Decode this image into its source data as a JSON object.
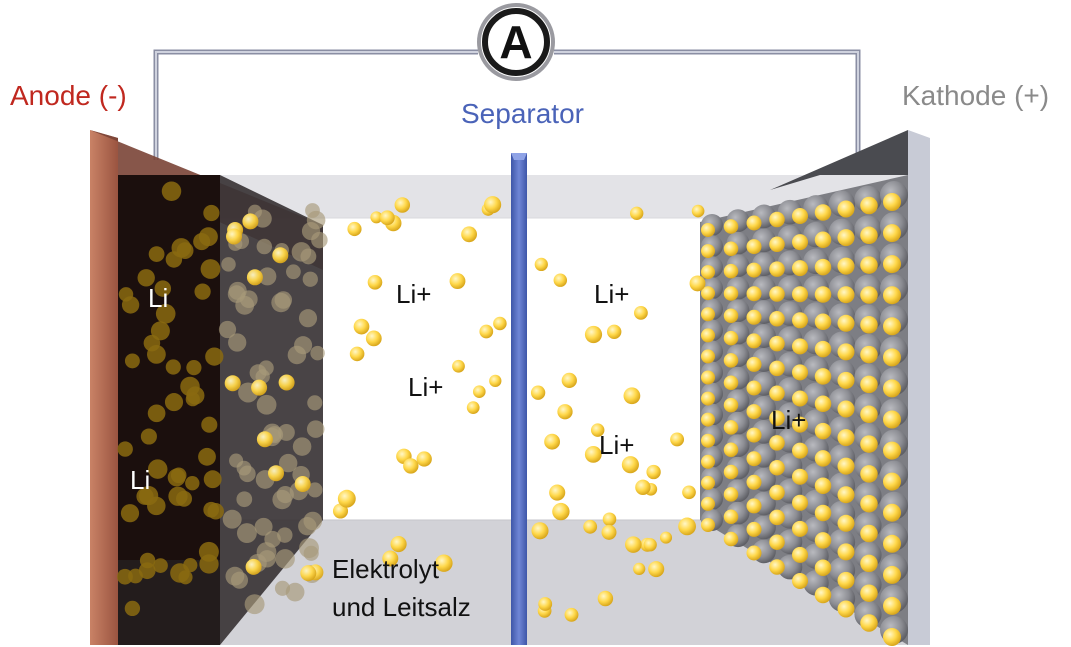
{
  "labels": {
    "anode": "Anode (-)",
    "kathode": "Kathode (+)",
    "separator": "Separator",
    "ammeter": "A",
    "li_anode_1": "Li",
    "li_anode_2": "Li",
    "li_ion_1": "Li+",
    "li_ion_2": "Li+",
    "li_ion_3": "Li+",
    "li_ion_4": "Li+",
    "li_ion_5": "Li+",
    "electrolyte_line1": "Elektrolyt",
    "electrolyte_line2": "und Leitsalz"
  },
  "colors": {
    "anode_label": "#c0281f",
    "kathode_label": "#8a8a8a",
    "separator": "#4a63b8",
    "wire": "#8a8ea3",
    "lithium": "#ffd84a",
    "anode_copper": "#b87058",
    "anode_dark": "#1a0f0c",
    "kathode_grid": "#6e7076",
    "cell_gray": "#d6d6db"
  }
}
